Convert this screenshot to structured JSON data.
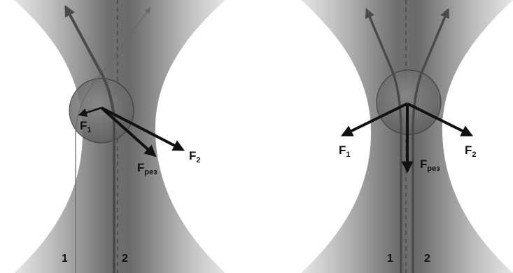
{
  "figure": {
    "left_panel": {
      "labels": {
        "f1": {
          "main": "F",
          "sub": "1"
        },
        "f2": {
          "main": "F",
          "sub": "2"
        },
        "fres": {
          "main": "F",
          "sub": "рез"
        },
        "beam1": "1",
        "beam2": "2"
      }
    },
    "right_panel": {
      "labels": {
        "f1": {
          "main": "F",
          "sub": "1"
        },
        "f2": {
          "main": "F",
          "sub": "2"
        },
        "fres": {
          "main": "F",
          "sub": "рез"
        },
        "beam1": "1",
        "beam2": "2"
      }
    }
  },
  "colors": {
    "background": "#ffffff",
    "waist_edge": "#d9d9d9",
    "waist_core": "#6e6e6e",
    "sphere": "#6a6a6a",
    "beam_thick": "#4a4a4a",
    "beam_thin": "#7a7a7a",
    "force_arrow": "#111111"
  }
}
